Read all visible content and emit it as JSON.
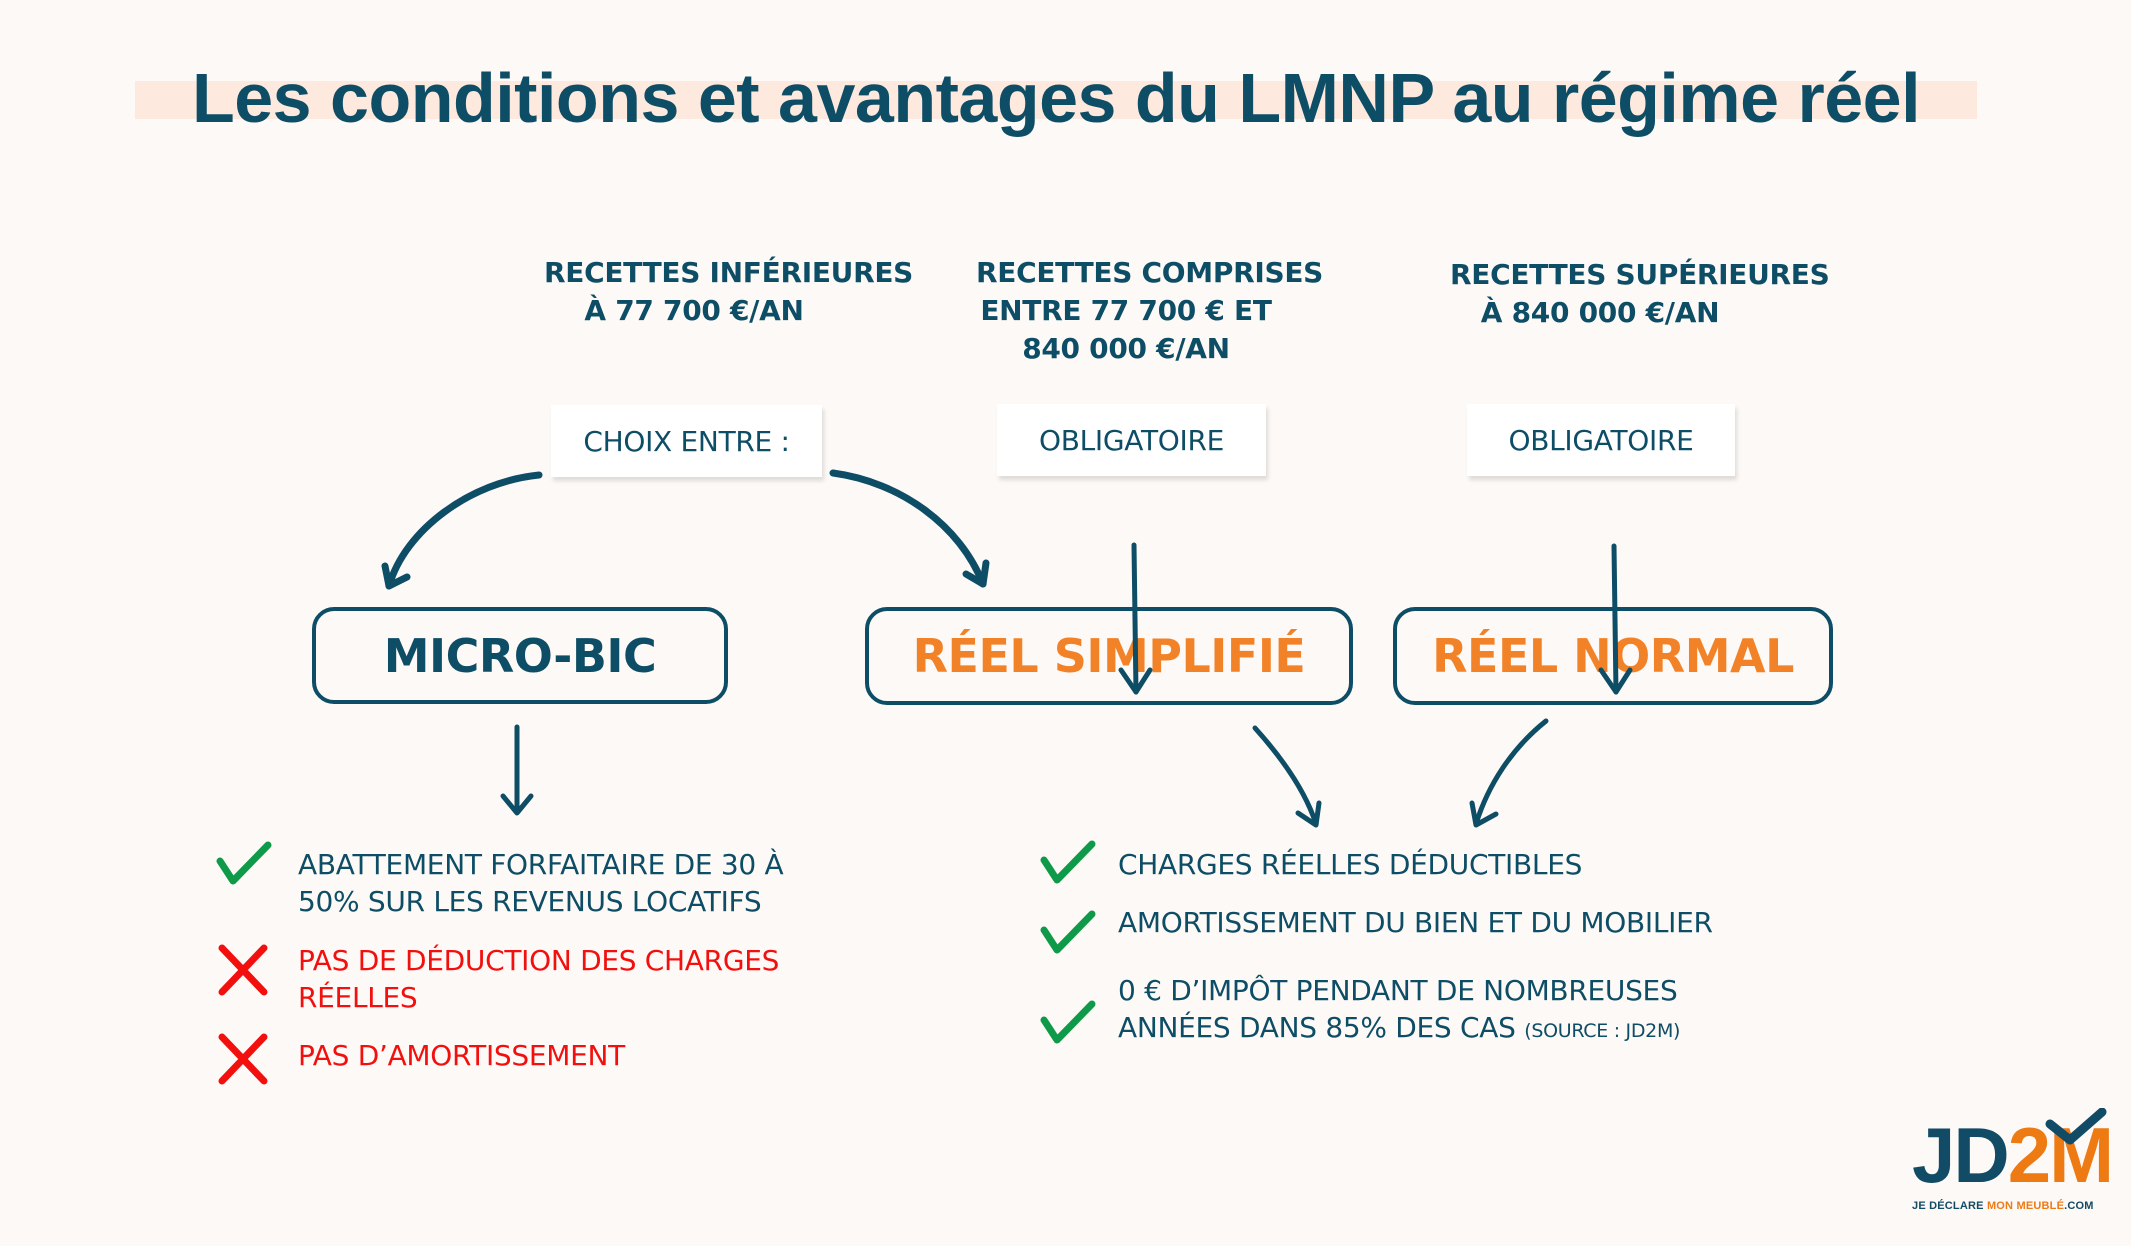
{
  "title": "Les conditions et avantages du LMNP au régime réel",
  "colors": {
    "navy": "#0E4D66",
    "orange": "#F28228",
    "green": "#0E9A48",
    "red": "#F2100F",
    "background": "#FDF9F6",
    "title_highlight": "#FDE9DD"
  },
  "conditions": [
    {
      "lines": [
        "RECETTES INFÉRIEURES",
        "À 77 700 €/AN"
      ],
      "tag": "CHOIX ENTRE :"
    },
    {
      "lines": [
        "RECETTES COMPRISES",
        "ENTRE 77 700 € ET",
        "840 000 €/AN"
      ],
      "tag": "OBLIGATOIRE"
    },
    {
      "lines": [
        "RECETTES SUPÉRIEURES",
        "À 840 000 €/AN"
      ],
      "tag": "OBLIGATOIRE"
    }
  ],
  "regimes": [
    {
      "label": "MICRO-BIC",
      "color": "navy"
    },
    {
      "label": "RÉEL SIMPLIFIÉ",
      "color": "orange"
    },
    {
      "label": "RÉEL NORMAL",
      "color": "orange"
    }
  ],
  "micro_bic_points": [
    {
      "icon": "check",
      "lines": [
        "ABATTEMENT FORFAITAIRE DE 30 À",
        "50% SUR LES REVENUS LOCATIFS"
      ]
    },
    {
      "icon": "cross",
      "lines": [
        "PAS DE DÉDUCTION DES CHARGES",
        "RÉELLES"
      ]
    },
    {
      "icon": "cross",
      "lines": [
        "PAS D’AMORTISSEMENT"
      ]
    }
  ],
  "reel_points": [
    {
      "icon": "check",
      "lines": [
        "CHARGES RÉELLES DÉDUCTIBLES"
      ]
    },
    {
      "icon": "check",
      "lines": [
        "AMORTISSEMENT DU BIEN ET DU MOBILIER"
      ]
    },
    {
      "icon": "check",
      "lines": [
        "0 € D’IMPÔT PENDANT DE NOMBREUSES",
        "ANNÉES DANS 85% DES CAS"
      ],
      "note": "(SOURCE : JD2M)"
    }
  ],
  "logo": {
    "part1": "JD",
    "part2": "2M",
    "tagline_part1": "JE DÉCLARE ",
    "tagline_part2": "MON MEUBLÉ",
    "tagline_part3": ".COM"
  }
}
